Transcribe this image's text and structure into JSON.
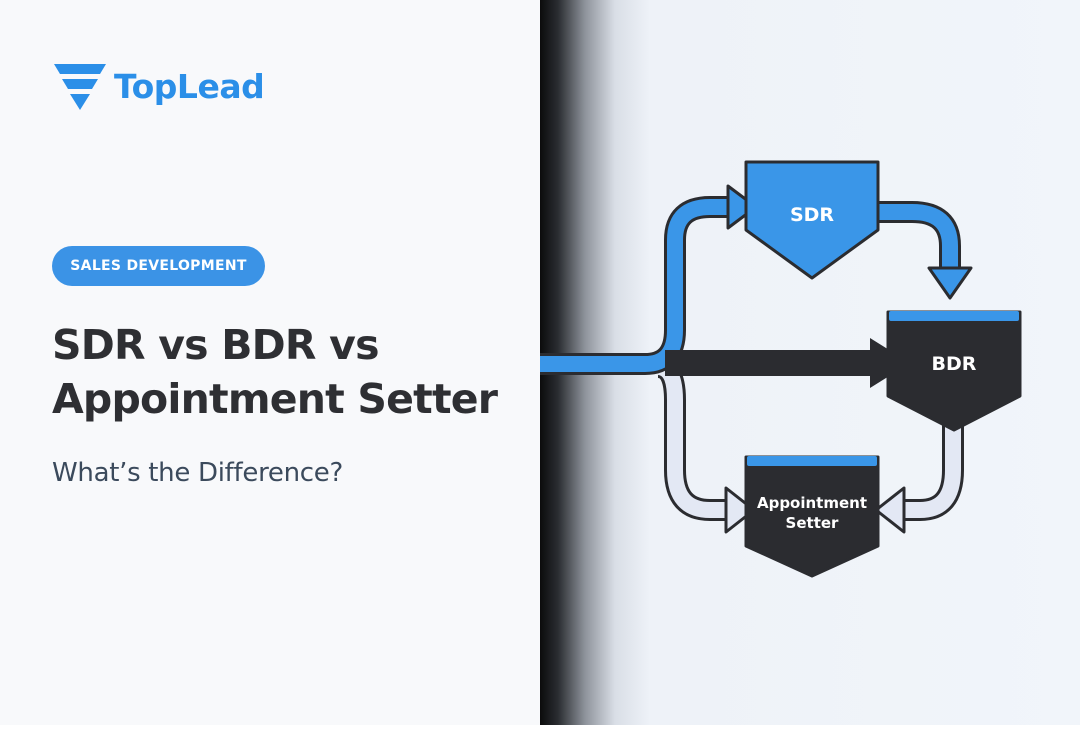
{
  "brand": {
    "name": "TopLead",
    "color": "#2b8fe8"
  },
  "badge": {
    "label": "SALES DEVELOPMENT",
    "color": "#3b93e6"
  },
  "title": {
    "line1": "SDR vs BDR vs",
    "line2": "Appointment Setter"
  },
  "subtitle": "What’s the Difference?",
  "diagram": {
    "nodes": {
      "sdr": {
        "label": "SDR",
        "fill": "#3a96e8"
      },
      "bdr": {
        "label": "BDR",
        "fill": "#2b2c30"
      },
      "setter": {
        "line1": "Appointment",
        "line2": "Setter",
        "fill": "#2b2c30"
      }
    },
    "colors": {
      "blue_arrow": "#3a96e8",
      "dark_arrow": "#2b2c30",
      "light_arrow": "#e3e8f4",
      "accent_bar": "#3a96e8"
    }
  }
}
